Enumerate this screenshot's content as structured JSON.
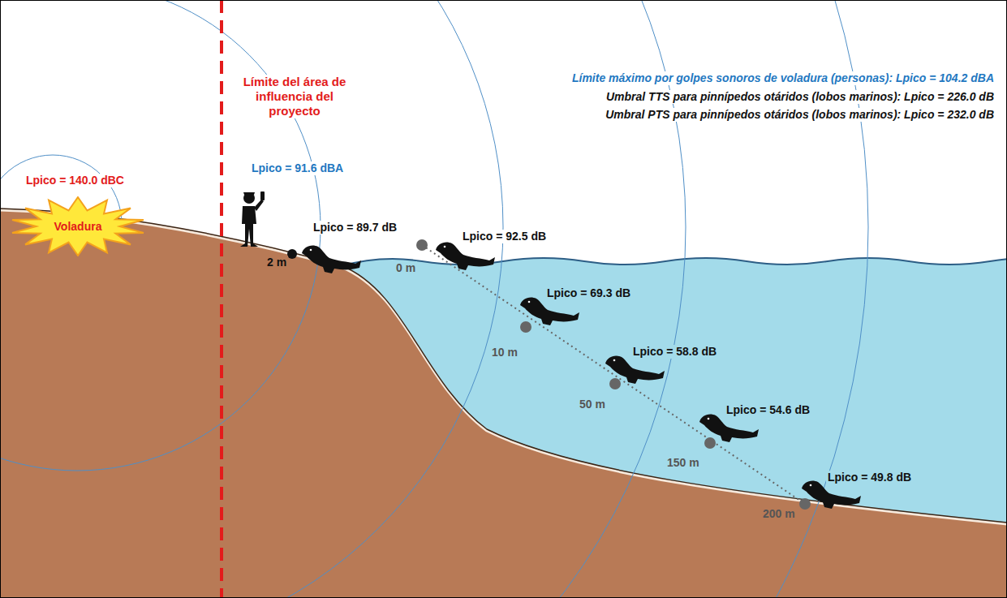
{
  "diagram": {
    "nodes": [
      {
        "text": [
          "Voladura"
        ]
      }
    ],
    "labels": [
      "Límite máximo por golpes sonoros de voladura (personas): Lpico = 104.2 dBA",
      "Umbral TTS para pinnípedos otáridos (lobos marinos): Lpico = 226.0 dB",
      "Umbral PTS para pinnípedos otáridos (lobos marinos): Lpico = 232.0 dB",
      "Límite del área de influencia del proyecto",
      "Lpico = 140.0 dBC",
      "Lpico = 91.6 dBA",
      "Lpico = 89.7 dB",
      "2 m",
      "Lpico = 92.5 dB",
      "0 m",
      "Lpico = 69.3 dB",
      "10 m",
      "Lpico = 58.8 dB",
      "50 m",
      "Lpico = 54.6 dB",
      "150 m",
      "Lpico = 49.8 dB",
      "200 m"
    ]
  }
}
